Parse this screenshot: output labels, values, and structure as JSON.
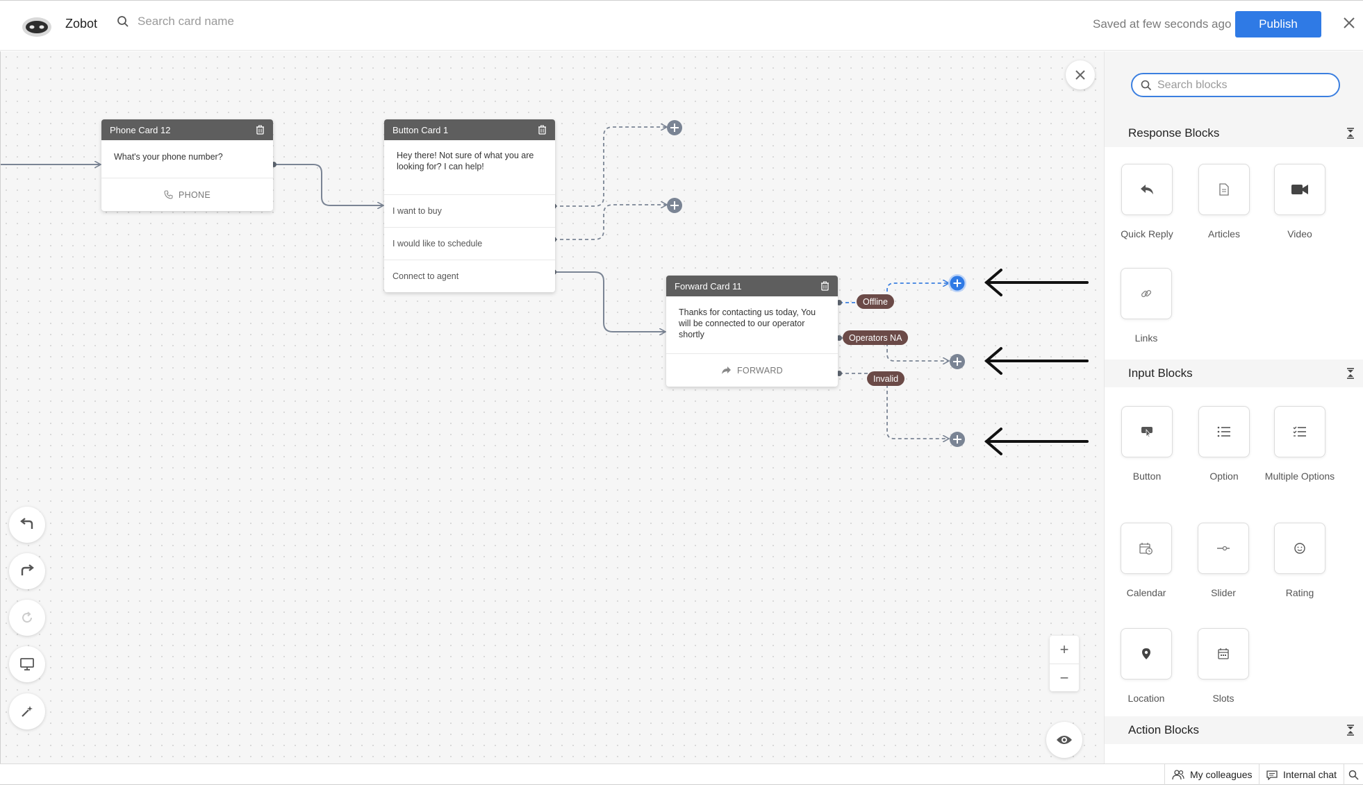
{
  "header": {
    "app_name": "Zobot",
    "search_placeholder": "Search card name",
    "saved_status": "Saved at few seconds ago",
    "publish_label": "Publish"
  },
  "canvas": {
    "cards": {
      "phone": {
        "title": "Phone Card 12",
        "message": "What's your phone number?",
        "footer": "PHONE"
      },
      "button": {
        "title": "Button Card 1",
        "message": "Hey there! Not sure of what you are looking for? I can help!",
        "options": [
          "I want to buy",
          "I would like to schedule",
          "Connect to agent"
        ]
      },
      "forward": {
        "title": "Forward Card 11",
        "message": "Thanks for contacting us today, You will be connected to our operator shortly",
        "footer": "FORWARD"
      }
    },
    "tags": {
      "offline": "Offline",
      "operators_na": "Operators NA",
      "invalid": "Invalid"
    }
  },
  "panel": {
    "search_placeholder": "Search blocks",
    "sections": {
      "response": {
        "title": "Response Blocks",
        "blocks": [
          "Quick Reply",
          "Articles",
          "Video",
          "Links"
        ]
      },
      "input": {
        "title": "Input Blocks",
        "blocks": [
          "Button",
          "Option",
          "Multiple Options",
          "Calendar",
          "Slider",
          "Rating",
          "Location",
          "Slots"
        ]
      },
      "action": {
        "title": "Action Blocks"
      }
    }
  },
  "statusbar": {
    "colleagues": "My colleagues",
    "internal_chat": "Internal chat"
  },
  "colors": {
    "accent": "#2f7ae5",
    "card_header": "#5e5e5e",
    "tag": "#6b4a47",
    "wire": "#7a8494"
  }
}
